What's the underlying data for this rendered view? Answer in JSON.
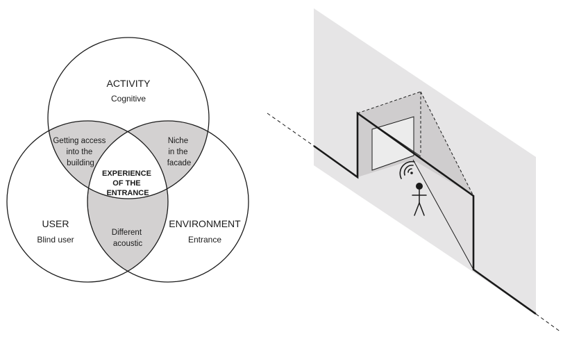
{
  "venn": {
    "activity": {
      "title": "ACTIVITY",
      "subtitle": "Cognitive"
    },
    "user": {
      "title": "USER",
      "subtitle": "Blind user"
    },
    "environment": {
      "title": "ENVIRONMENT",
      "subtitle": "Entrance"
    },
    "activity_user": [
      "Getting access",
      "into the",
      "building"
    ],
    "activity_environment": [
      "Niche",
      "in the",
      "facade"
    ],
    "user_environment": [
      "Different",
      "acoustic"
    ],
    "center": [
      "EXPERIENCE",
      "OF THE",
      "ENTRANCE"
    ]
  },
  "colors": {
    "overlap_fill": "#d3d1d1",
    "wall_fill": "#e6e5e6",
    "niche_fill": "#cfcdce",
    "stroke": "#1a1a1a"
  },
  "icons": {
    "person": "person-icon",
    "sound": "sound-waves-icon"
  }
}
